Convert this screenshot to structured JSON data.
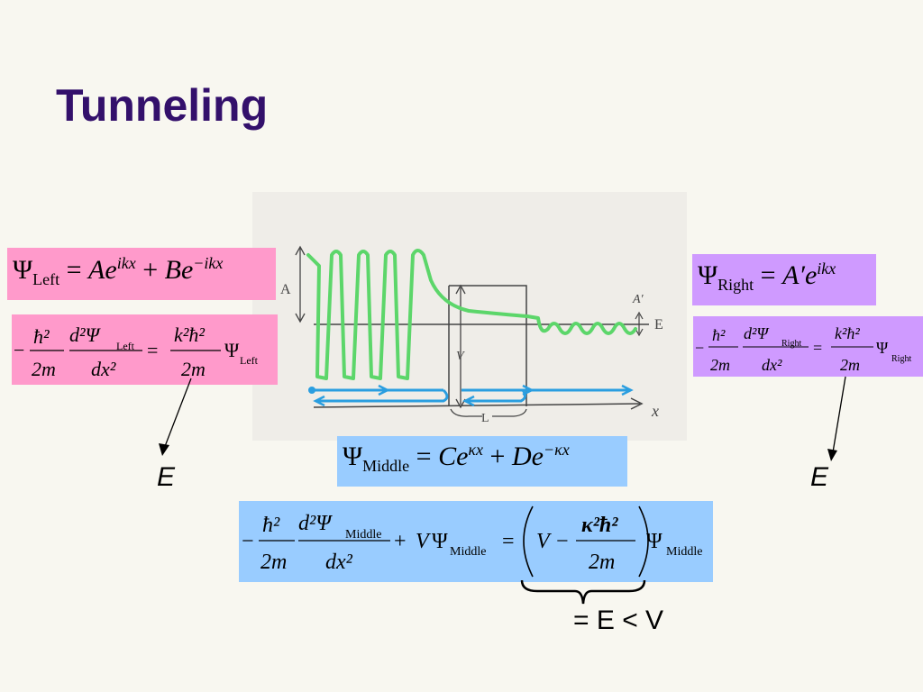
{
  "slide": {
    "title": "Tunneling"
  },
  "sketch": {
    "label_A": "A",
    "label_A_prime": "A′",
    "label_E": "E",
    "label_V": "V",
    "label_L": "L",
    "label_x": "x"
  },
  "equations": {
    "psi_left": {
      "psi": "Ψ",
      "sub": "Left",
      "eq": "=",
      "A": "A",
      "e1": "e",
      "exp1": "ikx",
      "plus": "+",
      "B": "B",
      "e2": "e",
      "exp2": "−ikx"
    },
    "psi_right": {
      "psi": "Ψ",
      "sub": "Right",
      "eq": "=",
      "A": "A′",
      "e": "e",
      "exp": "ikx"
    },
    "psi_middle": {
      "psi": "Ψ",
      "sub": "Middle",
      "eq": "=",
      "C": "C",
      "e1": "e",
      "exp1": "κx",
      "plus": "+",
      "D": "D",
      "e2": "e",
      "exp2": "−κx"
    },
    "schrod_left": {
      "minus": "−",
      "hbar2": "ħ²",
      "two_m": "2m",
      "d2psi": "d²Ψ",
      "sub": "Left",
      "dx2": "dx²",
      "eq": "=",
      "k2hbar2": "k²ħ²",
      "two_m_b": "2m",
      "psi": "Ψ",
      "sub2": "Left"
    },
    "schrod_right": {
      "minus": "−",
      "hbar2": "ħ²",
      "two_m": "2m",
      "d2psi": "d²Ψ",
      "sub": "Right",
      "dx2": "dx²",
      "eq": "=",
      "k2hbar2": "k²ħ²",
      "two_m_b": "2m",
      "psi": "Ψ",
      "sub2": "Right"
    },
    "schrod_middle": {
      "minus": "−",
      "hbar2": "ħ²",
      "two_m": "2m",
      "d2psi": "d²Ψ",
      "sub": "Middle",
      "dx2": "dx²",
      "plus": "+",
      "V": "V",
      "psi": "Ψ",
      "sub2": "Middle",
      "eq": "=",
      "V2": "V",
      "minus2": "−",
      "kappa2hbar2": "κ²ħ²",
      "two_m_b": "2m",
      "psi3": "Ψ",
      "sub3": "Middle"
    }
  },
  "labels": {
    "E_left": "E",
    "E_right": "E",
    "E_less_V": "= E < V"
  },
  "colors": {
    "title": "#33106b",
    "pink": "#ff9acb",
    "purple": "#cf9aff",
    "blue": "#99ccff",
    "wave_green": "#5cd66a",
    "arrow_blue": "#2a9ee0"
  }
}
